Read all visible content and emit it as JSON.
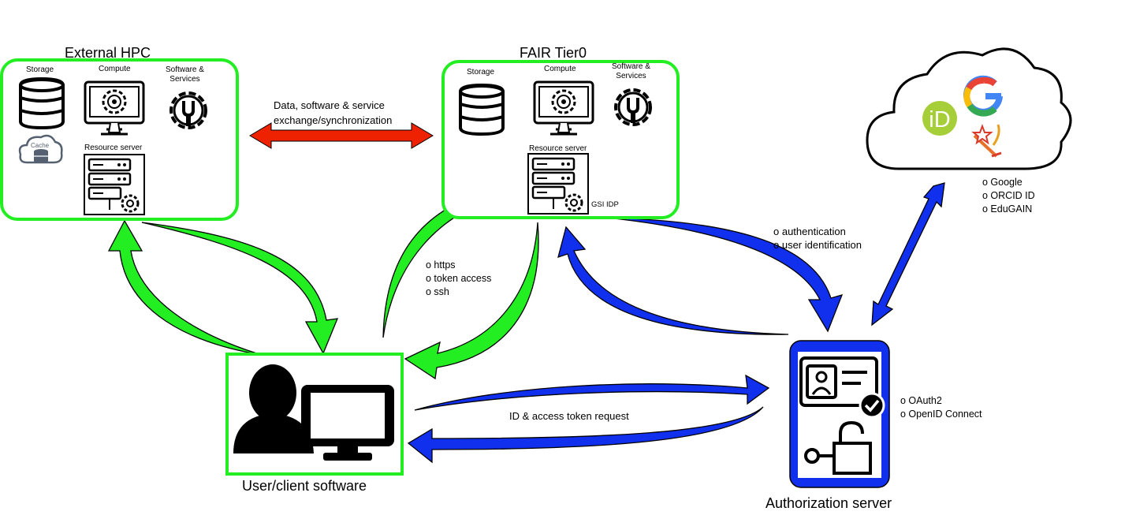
{
  "external_hpc": {
    "title": "External HPC",
    "storage_label": "Storage",
    "compute_label": "Compute",
    "software_label_line1": "Software &",
    "software_label_line2": "Services",
    "cache_label": "Cache",
    "resource_server_label": "Resource server"
  },
  "fair_tier0": {
    "title": "FAIR Tier0",
    "storage_label": "Storage",
    "compute_label": "Compute",
    "software_label_line1": "Software &",
    "software_label_line2": "Services",
    "resource_server_label": "Resource server",
    "idp_label": "GSI IDP"
  },
  "exchange_arrow": {
    "line1": "Data, software & service",
    "line2": "exchange/synchronization"
  },
  "access_methods": [
    "o https",
    "o token access",
    "o ssh"
  ],
  "auth_items": [
    "o authentication",
    "o user identification"
  ],
  "identity_providers": [
    "o Google",
    "o ORCID ID",
    "o EduGAIN"
  ],
  "protocols": [
    "o OAuth2",
    "o OpenID Connect"
  ],
  "token_request_label": "ID & access token request",
  "user_label": "User/client software",
  "auth_server_label": "Authorization server",
  "orcid_logo_text": "iD",
  "google_logo_text": "G",
  "colors": {
    "green": "#22ee22",
    "green_dark": "#000000",
    "blue": "#1030ee",
    "red": "#ee2200",
    "orcid": "#a6ce39"
  }
}
